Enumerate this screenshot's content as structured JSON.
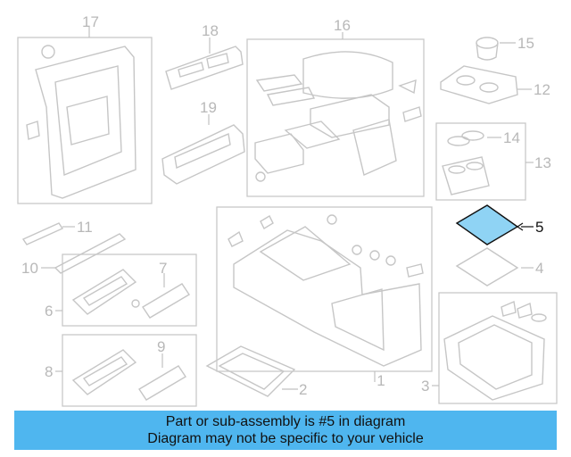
{
  "callouts": {
    "c1": "1",
    "c2": "2",
    "c3": "3",
    "c4": "4",
    "c5": "5",
    "c6": "6",
    "c7": "7",
    "c8": "8",
    "c9": "9",
    "c10": "10",
    "c11": "11",
    "c12": "12",
    "c13": "13",
    "c14": "14",
    "c15": "15",
    "c16": "16",
    "c17": "17",
    "c18": "18",
    "c19": "19"
  },
  "highlight": {
    "part": "5",
    "color": "#8fd3f4",
    "outline": "#111111"
  },
  "banner": {
    "line1": "Part or sub-assembly is #5 in diagram",
    "line2": "Diagram may not be specific to your vehicle",
    "color": "#4fb6ef"
  }
}
